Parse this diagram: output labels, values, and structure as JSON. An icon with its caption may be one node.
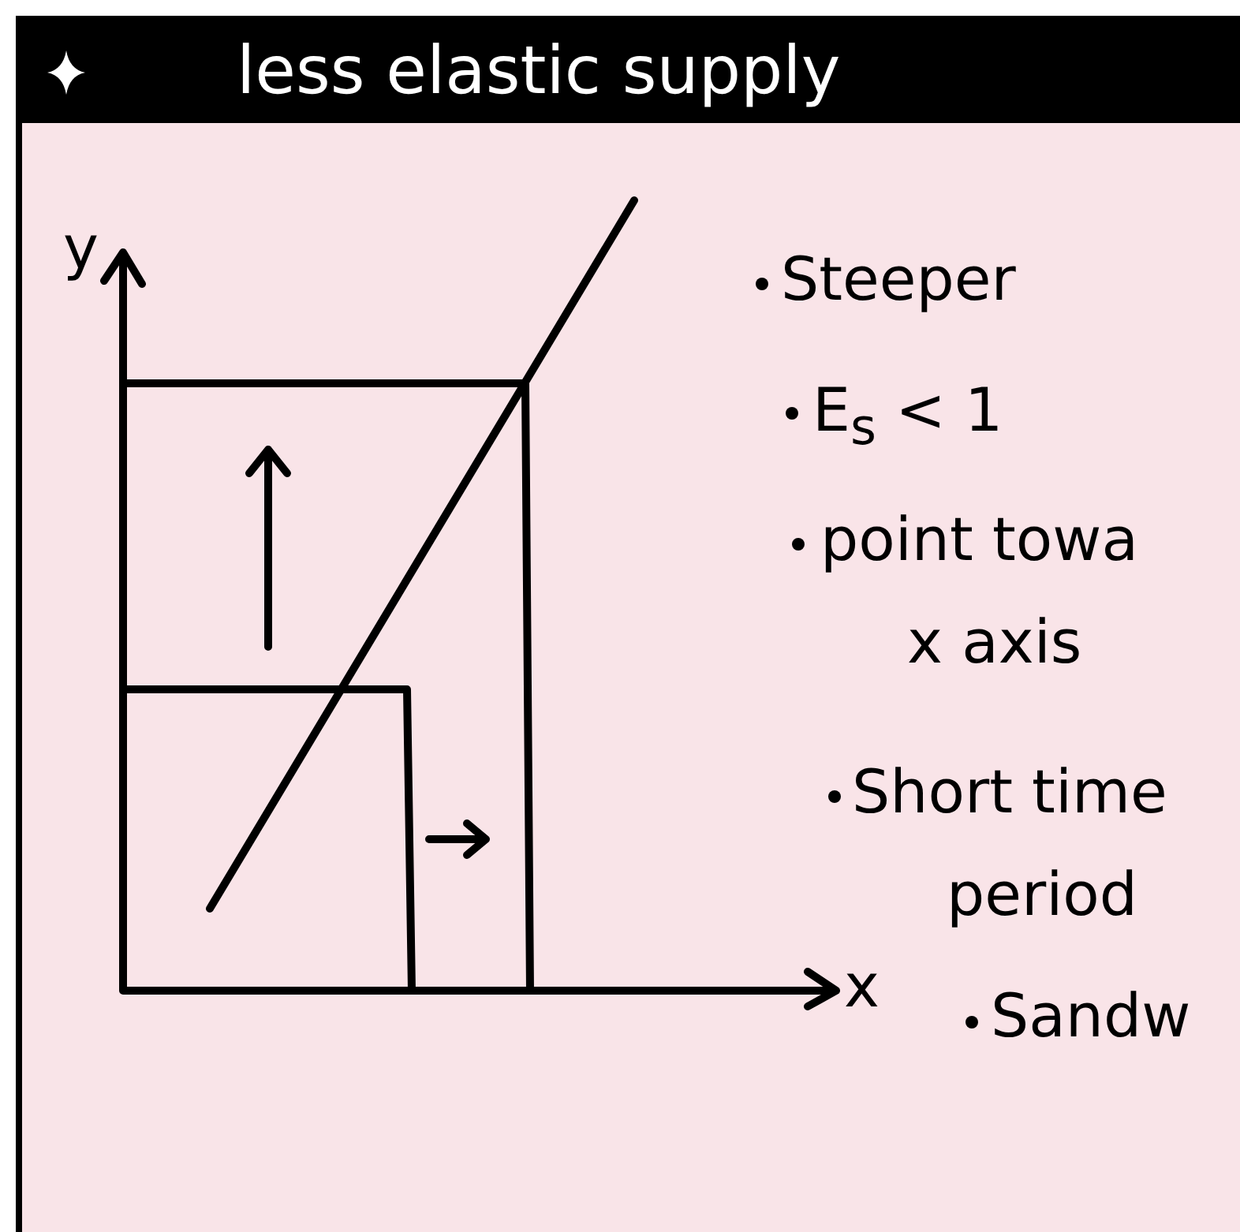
{
  "diagram": {
    "title": "less elastic supply",
    "labels": [
      "y",
      "x",
      "Steeper",
      "E$_{s}$ < 1",
      "point towa",
      "x axis",
      "Short time",
      "period",
      "Sandw"
    ]
  }
}
